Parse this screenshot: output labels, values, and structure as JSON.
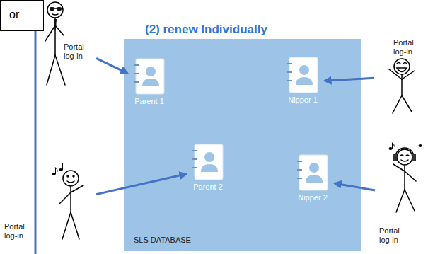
{
  "diagram": {
    "title": "(2) renew Individually",
    "nodes": [
      {
        "text": [
          "or"
        ]
      },
      {
        "text": [
          "Portal log-in"
        ]
      },
      {
        "text": [
          "SLS DATABASE"
        ]
      },
      {
        "text": [
          "Parent 1"
        ],
        "in": 2
      },
      {
        "text": [
          "Nipper 1"
        ],
        "in": 2
      },
      {
        "text": [
          "Parent 2"
        ],
        "in": 2
      },
      {
        "text": [
          "Nipper 2"
        ],
        "in": 2
      },
      {
        "text": [
          "Portal log-in"
        ]
      },
      {
        "text": [
          "Portal log-in"
        ]
      },
      {
        "text": [
          "Portal log-in"
        ]
      }
    ],
    "edges": [
      {
        "from": 1,
        "to": 3,
        "arrow": "to"
      },
      {
        "from": 7,
        "to": 4,
        "arrow": "to"
      },
      {
        "from": 8,
        "to": 5,
        "arrow": "to"
      },
      {
        "from": 9,
        "to": 6,
        "arrow": "to"
      }
    ]
  }
}
